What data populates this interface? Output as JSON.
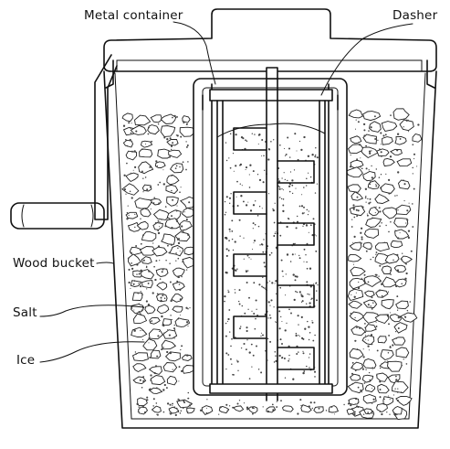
{
  "diagram": {
    "labels": {
      "metal_container": "Metal container",
      "dasher": "Dasher",
      "wood_bucket": "Wood bucket",
      "salt": "Salt",
      "ice": "Ice"
    }
  }
}
